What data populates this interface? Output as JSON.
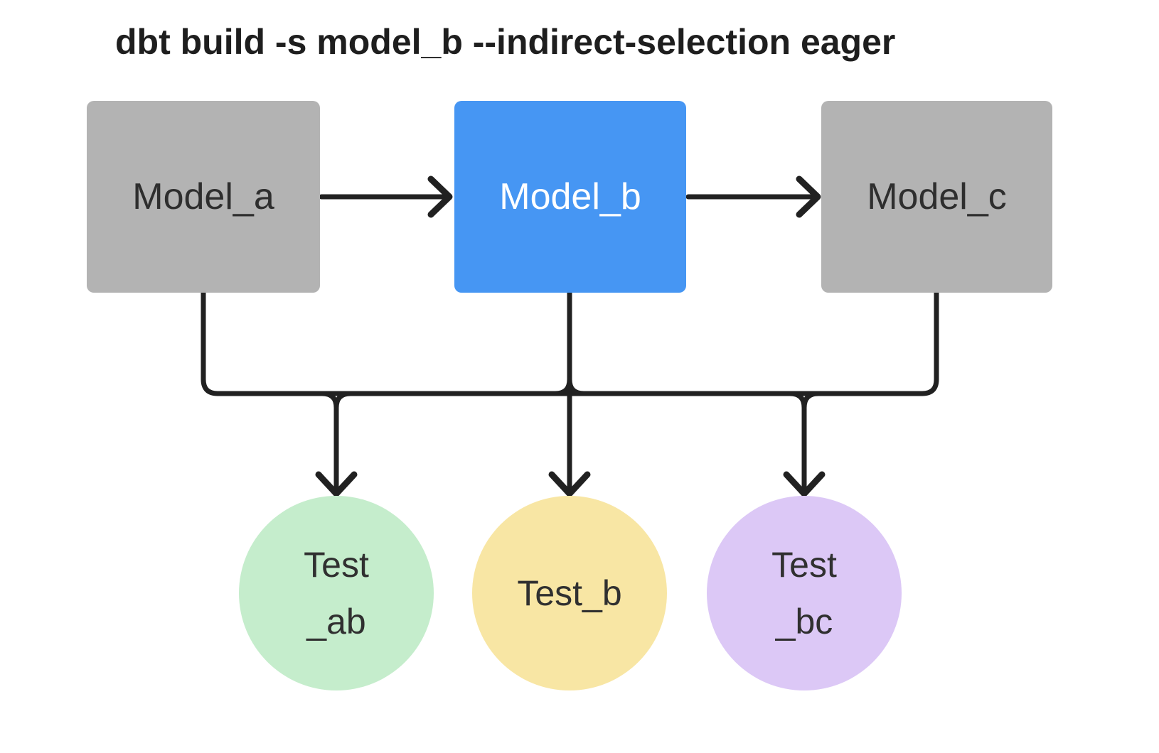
{
  "title": "dbt build -s model_b --indirect-selection eager",
  "edge_color": "#212121",
  "nodes": {
    "model_a": {
      "label": "Model_a",
      "shape": "rect",
      "fill": "#b3b3b3",
      "text_color": "#2e2e2e",
      "selected": false
    },
    "model_b": {
      "label": "Model_b",
      "shape": "rect",
      "fill": "#4696f3",
      "text_color": "#ffffff",
      "selected": true
    },
    "model_c": {
      "label": "Model_c",
      "shape": "rect",
      "fill": "#b3b3b3",
      "text_color": "#2e2e2e",
      "selected": false
    },
    "test_ab": {
      "line1": "Test",
      "line2": "_ab",
      "shape": "circle",
      "fill": "#c5edcc",
      "text_color": "#303030"
    },
    "test_b": {
      "line1": "Test_b",
      "shape": "circle",
      "fill": "#f8e6a4",
      "text_color": "#303030"
    },
    "test_bc": {
      "line1": "Test",
      "line2": "_bc",
      "shape": "circle",
      "fill": "#dcc8f6",
      "text_color": "#303030"
    }
  },
  "edges": [
    {
      "from": "Model_a",
      "to": "Model_b"
    },
    {
      "from": "Model_b",
      "to": "Model_c"
    },
    {
      "from": "Model_a",
      "to": "Test_ab"
    },
    {
      "from": "Model_b",
      "to": "Test_ab"
    },
    {
      "from": "Model_b",
      "to": "Test_b"
    },
    {
      "from": "Model_b",
      "to": "Test_bc"
    },
    {
      "from": "Model_c",
      "to": "Test_bc"
    }
  ]
}
